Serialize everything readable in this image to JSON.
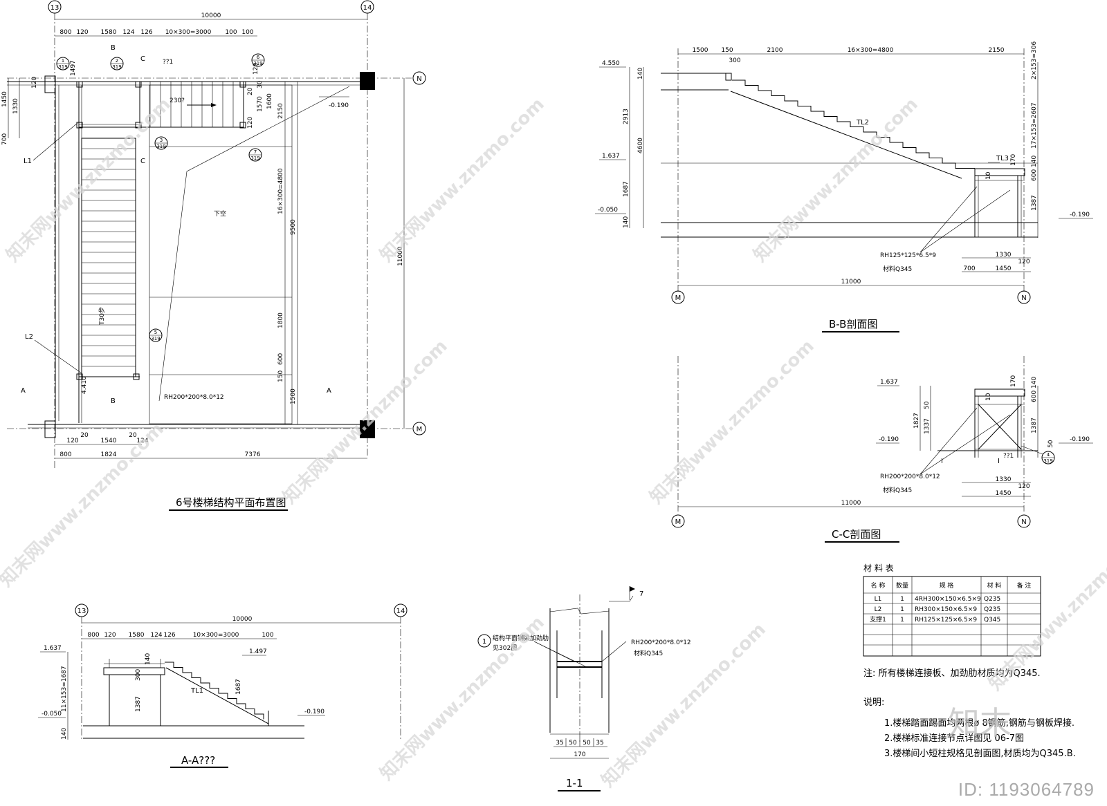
{
  "plan": {
    "title": "6号楼梯结构平面布置图",
    "axis_13": "13",
    "axis_14": "14",
    "axis_N": "N",
    "axis_M": "M",
    "dim_total": "10000",
    "dim_top": [
      "800",
      "120",
      "1580",
      "124",
      "126",
      "10×300=3000",
      "100",
      "100"
    ],
    "dim_bottom_1": [
      "120",
      "20",
      "1540",
      "20",
      "124"
    ],
    "dim_bottom_2": [
      "800",
      "1824",
      "7376"
    ],
    "dim_left": [
      "1497",
      "120",
      "1330",
      "1450",
      "700"
    ],
    "dim_right_inner": [
      "120",
      "30",
      "20",
      "1570",
      "1600",
      "120",
      "2150"
    ],
    "dim_right": [
      "16×300=4800",
      "9500",
      "1800",
      "600",
      "150",
      "1500"
    ],
    "dim_overall_v": "11000",
    "label_L1": "L1",
    "label_L2": "L2",
    "label_B": "B",
    "label_C": "C",
    "label_A": "A",
    "qq1": "??1",
    "q230": "230?",
    "hollow": "下空",
    "level": "-0.190",
    "stair_num": "T30步",
    "level_4410": "4.410",
    "section_RH": "RH200*200*8.0*12",
    "detail_num": "319",
    "details": [
      "1",
      "2",
      "3",
      "5",
      "6",
      "7"
    ]
  },
  "bb": {
    "title": "B-B剖面图",
    "dims_top": [
      "1500",
      "150",
      "300",
      "2100",
      "16×300=4800",
      "2150"
    ],
    "levels": [
      "4.550",
      "1.637",
      "-0.050",
      "-0.190"
    ],
    "dims_left": [
      "140",
      "2913",
      "4600",
      "1687",
      "140"
    ],
    "dims_right": [
      "2×153=306",
      "17×153=2607",
      "170",
      "140",
      "600",
      "1387"
    ],
    "TL2": "TL2",
    "TL3": "TL3",
    "RH": "RH125*125*6.5*9",
    "mat": "材料Q345",
    "bottom": [
      "1330",
      "120",
      "700",
      "1450"
    ],
    "total": "11000",
    "axis_M": "M",
    "axis_N": "N",
    "v10": "10"
  },
  "cc": {
    "title": "C-C剖面图",
    "levels": [
      "1.637",
      "-0.190",
      "-0.190"
    ],
    "dims": [
      "1827",
      "50",
      "1337",
      "170",
      "140",
      "600",
      "1387",
      "50"
    ],
    "I": "I",
    "qq1": "??1",
    "RH": "RH200*200*8.0*12",
    "mat": "材料Q345",
    "bottom": [
      "1330",
      "120",
      "1450"
    ],
    "total": "11000",
    "axis_M": "M",
    "axis_N": "N",
    "detail_n": "4",
    "detail_d": "319",
    "v10": "10"
  },
  "aa": {
    "title": "A-A???",
    "axis_13": "13",
    "axis_14": "14",
    "dim_total": "10000",
    "dims_top": [
      "800",
      "120",
      "1580",
      "124",
      "126",
      "10×300=3000",
      "100"
    ],
    "levels": [
      "1.637",
      "1.497",
      "-0.050",
      "-0.190"
    ],
    "dims_v": [
      "11×153=1687",
      "140",
      "300",
      "140",
      "1387",
      "1687"
    ],
    "TL1": "TL1"
  },
  "s11": {
    "title": "1-1",
    "note": "结构平面钢梁加劲肋",
    "note2": "见302图",
    "RH": "RH200*200*8.0*12",
    "mat": "材料Q345",
    "weld": "7",
    "dims": [
      "35",
      "50",
      "50",
      "35"
    ],
    "total": "170",
    "circle": "1"
  },
  "table": {
    "title": "材 料 表",
    "headers": [
      "名 称",
      "数量",
      "规 格",
      "材 料",
      "备 注"
    ],
    "rows": [
      [
        "L1",
        "1",
        "4RH300×150×6.5×9",
        "Q235",
        ""
      ],
      [
        "L2",
        "1",
        "RH300×150×6.5×9",
        "Q235",
        ""
      ],
      [
        "支撑1",
        "1",
        "RH125×125×6.5×9",
        "Q345",
        ""
      ],
      [
        "",
        "",
        "",
        "",
        ""
      ],
      [
        "",
        "",
        "",
        "",
        ""
      ],
      [
        "",
        "",
        "",
        "",
        ""
      ]
    ]
  },
  "notes": {
    "note": "注: 所有楼梯连接板、加劲肋材质均为Q345.",
    "heading": "说明:",
    "items": [
      "1.楼梯踏面踢面均两根ø 8钢筋,钢筋与钢板焊接.",
      "2.楼梯标准连接节点详图见 06-7图",
      "3.楼梯间小短柱规格见剖面图,材质均为Q345.B."
    ]
  },
  "watermark": {
    "text": "知末网www.znzmo.com",
    "logo": "知末",
    "id": "ID: 1193064789"
  }
}
